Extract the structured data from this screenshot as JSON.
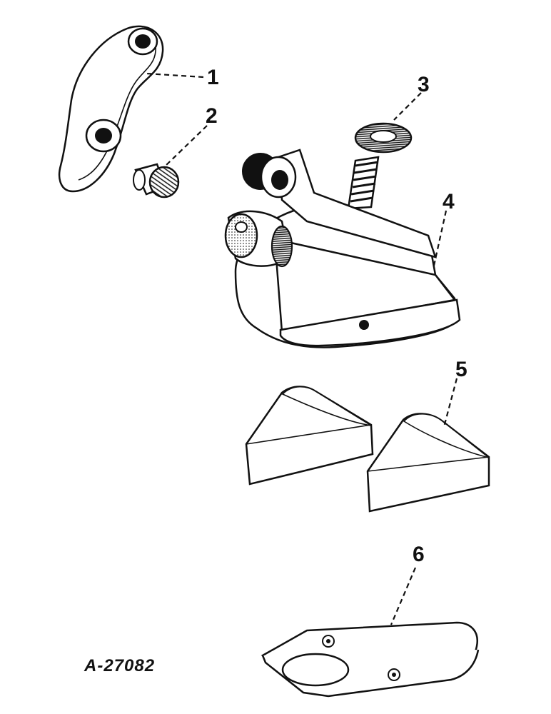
{
  "figure": {
    "id_label": "A-27082"
  },
  "callouts": [
    {
      "key": "c1",
      "number": "1"
    },
    {
      "key": "c2",
      "number": "2"
    },
    {
      "key": "c3",
      "number": "3"
    },
    {
      "key": "c4",
      "number": "4"
    },
    {
      "key": "c5",
      "number": "5"
    },
    {
      "key": "c6",
      "number": "6"
    }
  ],
  "parts": [
    {
      "callout": "1",
      "icon": "curved-arm-plate-icon"
    },
    {
      "callout": "2",
      "icon": "pin-bolt-icon"
    },
    {
      "callout": "3",
      "icon": "washer-icon"
    },
    {
      "callout": "4",
      "icon": "shoe-assembly-icon"
    },
    {
      "callout": "5",
      "icon": "wedge-block-icon"
    },
    {
      "callout": "6",
      "icon": "base-plate-icon"
    }
  ],
  "colors": {
    "ink": "#111111",
    "paper": "#ffffff"
  }
}
